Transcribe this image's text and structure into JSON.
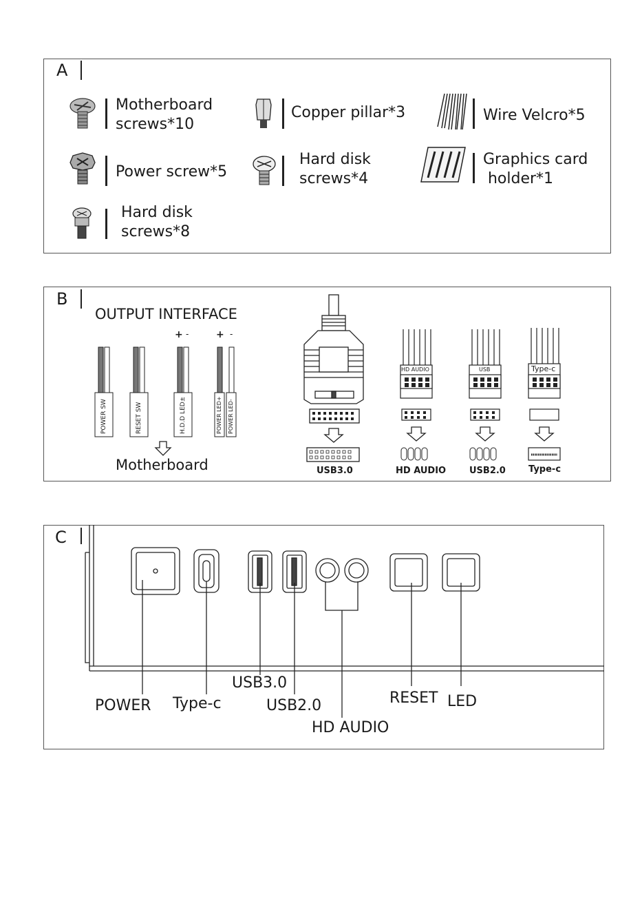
{
  "panel_a": {
    "letter": "A",
    "items": [
      {
        "label_line1": "Motherboard",
        "label_line2": "screws*10"
      },
      {
        "label_line1": "Copper pillar*3",
        "label_line2": ""
      },
      {
        "label_line1": "Wire Velcro*5",
        "label_line2": ""
      },
      {
        "label_line1": "Power screw*5",
        "label_line2": ""
      },
      {
        "label_line1": "Hard disk",
        "label_line2": "screws*4"
      },
      {
        "label_line1": "Graphics card",
        "label_line2": " holder*1"
      },
      {
        "label_line1": "Hard disk",
        "label_line2": "screws*8"
      }
    ]
  },
  "panel_b": {
    "letter": "B",
    "title": "OUTPUT INTERFACE",
    "cables": [
      "POWER SW",
      "RESET SW",
      "H.D.D LED±",
      "POWER LED+",
      "POWER LED-"
    ],
    "polarity": [
      "+",
      "-",
      "+",
      "-"
    ],
    "motherboard_label": "Motherboard",
    "header_labels": [
      "HD AUDIO",
      "USB",
      "Type-c"
    ],
    "connector_labels": [
      "USB3.0",
      "HD AUDIO",
      "USB2.0",
      "Type-c"
    ]
  },
  "panel_c": {
    "letter": "C",
    "labels": {
      "power": "POWER",
      "typec": "Type-c",
      "usb3": "USB3.0",
      "usb2": "USB2.0",
      "hdaudio": "HD AUDIO",
      "reset": "RESET",
      "led": "LED"
    }
  }
}
